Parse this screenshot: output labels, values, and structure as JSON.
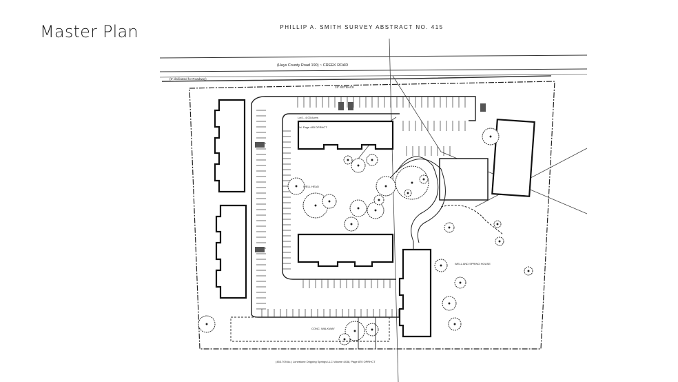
{
  "slide": {
    "title": "Master Plan"
  },
  "plan": {
    "survey_header": "PHILLIP A. SMITH SURVEY ABSTRACT NO. 415",
    "road_label": "(Hays County Road 190) ~ CREEK ROAD",
    "roadway_dedication": "(5' dedicated for Roadway)",
    "setback_note": "15' SETBACK",
    "lot_area_note": "Lot 1, 4.03 Acres",
    "recording_note": "Vol. Page 483 DPRHCT",
    "well_head_label": "WELL HEAD",
    "well_spring_label": "WELL AND SPRING HOUSE",
    "walkway_label": "CONC. WALKWAY",
    "south_owner": "(453.709 Ac.) Lonestone Dripping Springs LLC Volume 4438, Page 870 OPRHCT",
    "colors": {
      "linework": "#222222",
      "background": "#ffffff"
    },
    "icons": [
      "tree-icon",
      "north-line"
    ]
  }
}
